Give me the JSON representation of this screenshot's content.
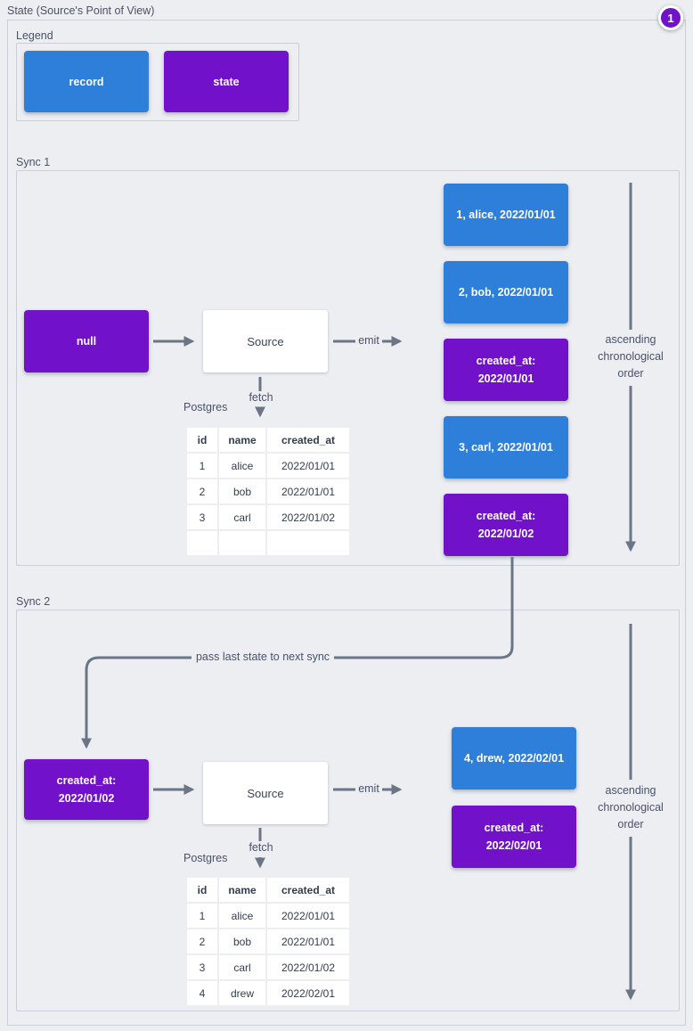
{
  "page": {
    "title": "State (Source's Point of View)",
    "badge": "1"
  },
  "colors": {
    "record": "#2e7fd9",
    "state": "#7211ca",
    "arrow": "#6b7585"
  },
  "legend": {
    "label": "Legend",
    "record_label": "record",
    "state_label": "state"
  },
  "sync1": {
    "label": "Sync 1",
    "input_state": "null",
    "source": "Source",
    "emit": "emit",
    "fetch": "fetch",
    "db": "Postgres",
    "order_note": "ascending chronological order",
    "table": {
      "headers": [
        "id",
        "name",
        "created_at"
      ],
      "rows": [
        [
          "1",
          "alice",
          "2022/01/01"
        ],
        [
          "2",
          "bob",
          "2022/01/01"
        ],
        [
          "3",
          "carl",
          "2022/01/02"
        ],
        [
          "",
          "",
          ""
        ]
      ]
    },
    "outputs": [
      {
        "kind": "record",
        "lines": [
          "1, alice, 2022/01/01"
        ]
      },
      {
        "kind": "record",
        "lines": [
          "2, bob, 2022/01/01"
        ]
      },
      {
        "kind": "state",
        "lines": [
          "created_at:",
          "2022/01/01"
        ]
      },
      {
        "kind": "record",
        "lines": [
          "3, carl, 2022/01/01"
        ]
      },
      {
        "kind": "state",
        "lines": [
          "created_at:",
          "2022/01/02"
        ]
      }
    ]
  },
  "connector": {
    "label": "pass last state to next sync"
  },
  "sync2": {
    "label": "Sync 2",
    "input_state_lines": [
      "created_at:",
      "2022/01/02"
    ],
    "source": "Source",
    "emit": "emit",
    "fetch": "fetch",
    "db": "Postgres",
    "order_note": "ascending chronological order",
    "table": {
      "headers": [
        "id",
        "name",
        "created_at"
      ],
      "rows": [
        [
          "1",
          "alice",
          "2022/01/01"
        ],
        [
          "2",
          "bob",
          "2022/01/01"
        ],
        [
          "3",
          "carl",
          "2022/01/02"
        ],
        [
          "4",
          "drew",
          "2022/02/01"
        ]
      ]
    },
    "outputs": [
      {
        "kind": "record",
        "lines": [
          "4, drew, 2022/02/01"
        ]
      },
      {
        "kind": "state",
        "lines": [
          "created_at:",
          "2022/02/01"
        ]
      }
    ]
  }
}
